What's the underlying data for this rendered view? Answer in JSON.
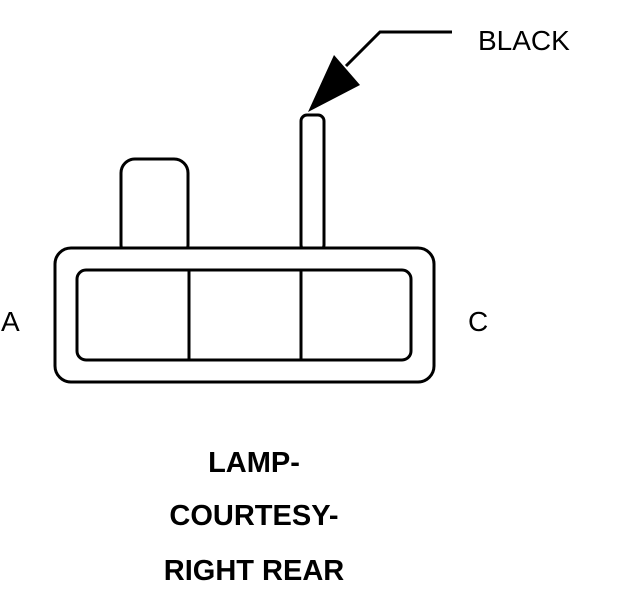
{
  "wire_label": "BLACK",
  "pin_left": "A",
  "pin_right": "C",
  "title": {
    "line1": "LAMP-",
    "line2": "COURTESY-",
    "line3": "RIGHT REAR"
  },
  "colors": {
    "ink": "#000000",
    "paper": "#ffffff"
  }
}
